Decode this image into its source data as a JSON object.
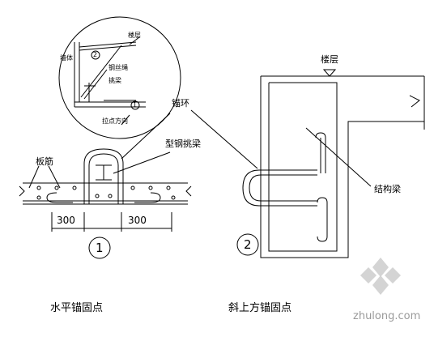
{
  "detail_circle": {
    "label_floor": "楼层",
    "label_hook": "钢丝绳",
    "label_beam": "挑梁",
    "label_wall": "墙体",
    "label_anchor_dir": "拉点方向",
    "marker_upper": "2",
    "marker_lower": "1"
  },
  "left_view": {
    "label_anchor_ring": "锚环",
    "label_steel_beam": "型钢挑梁",
    "label_rebar": "板筋",
    "dim_1": "300",
    "dim_2": "300",
    "circle_number": "1",
    "caption": "水平锚固点"
  },
  "right_view": {
    "label_floor": "楼层",
    "label_struct_beam": "结构梁",
    "circle_number": "2",
    "caption": "斜上方锚固点"
  },
  "watermark": {
    "text": "zhulong.com"
  }
}
